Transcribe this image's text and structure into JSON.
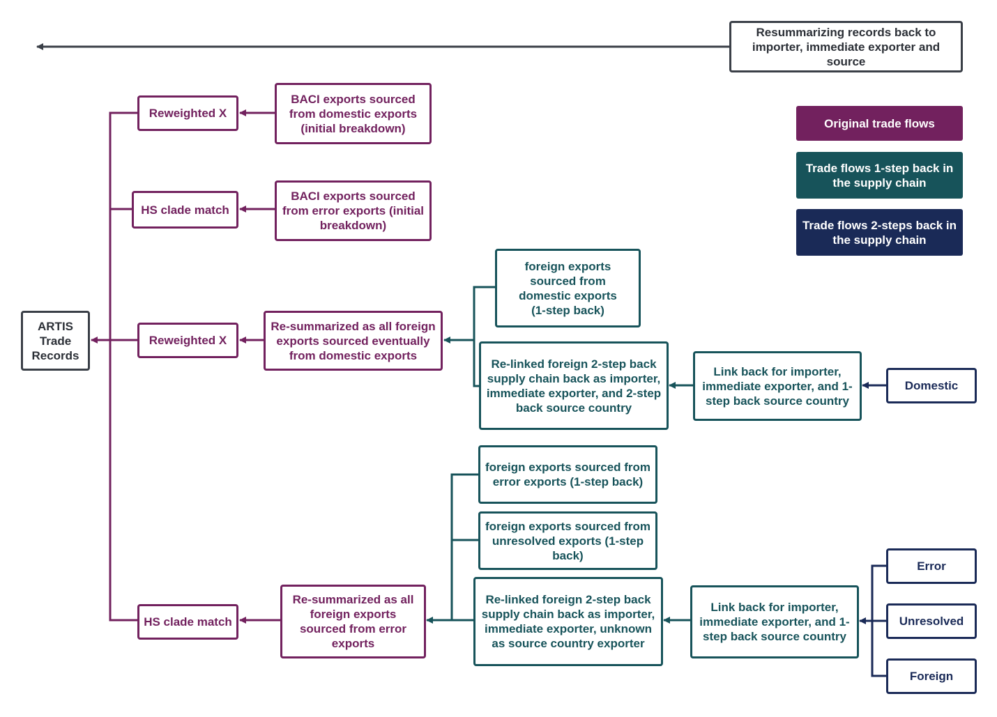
{
  "title_box": "Resummarizing records back to importer, immediate exporter and source",
  "root": "ARTIS Trade Records",
  "legend": {
    "original": "Original trade flows",
    "one_step": "Trade flows 1-step back in the supply chain",
    "two_step": "Trade flows 2-steps back in the supply chain",
    "colors": {
      "original": "#72215e",
      "one_step": "#17535a",
      "two_step": "#1a2a57",
      "root": "#3a3f47"
    }
  },
  "nodes": {
    "reweighted_x_1": "Reweighted X",
    "baci_domestic": "BACI exports sourced from domestic exports (initial breakdown)",
    "hs_clade_match_1": "HS clade match",
    "baci_error": "BACI exports sourced from error exports (initial breakdown)",
    "reweighted_x_2": "Reweighted X",
    "resummarized_domestic": "Re-summarized as all foreign exports sourced eventually from domestic exports",
    "foreign_domestic_1step": "foreign exports sourced from domestic exports (1-step back)",
    "relinked_domestic": "Re-linked foreign 2-step back supply chain back as importer, immediate exporter, and 2-step back source country",
    "link_back_domestic": "Link back for importer, immediate exporter, and 1-step back source country",
    "domestic": "Domestic",
    "hs_clade_match_2": "HS clade match",
    "resummarized_error": "Re-summarized as all foreign exports sourced from error exports",
    "foreign_error_1step": "foreign exports sourced from error exports (1-step back)",
    "foreign_unresolved_1step": "foreign exports sourced from unresolved exports (1-step back)",
    "relinked_unknown": "Re-linked foreign 2-step back supply chain back as importer, immediate exporter, unknown as source country exporter",
    "link_back_error": "Link back for importer, immediate exporter, and 1-step back source country",
    "error": "Error",
    "unresolved": "Unresolved",
    "foreign": "Foreign"
  }
}
